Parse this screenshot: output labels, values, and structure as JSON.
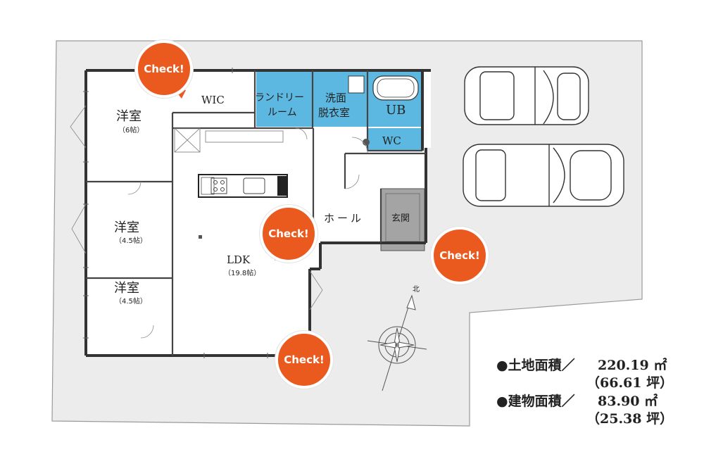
{
  "rooms": {
    "bedroom1": {
      "name": "洋室",
      "size": "（6帖）"
    },
    "bedroom2": {
      "name": "洋室",
      "size": "（4.5帖）"
    },
    "bedroom3": {
      "name": "洋室",
      "size": "（4.5帖）"
    },
    "wic": "WIC",
    "laundry": [
      "ランドリー",
      "ルーム"
    ],
    "washroom": [
      "洗面",
      "脱衣室"
    ],
    "bath": "UB",
    "toilet": "WC",
    "hall": "ホール",
    "entrance": "玄関",
    "ldk": {
      "name": "LDK",
      "size": "（19.8帖）"
    }
  },
  "compass_north": "北",
  "check_label": "Check!",
  "area": {
    "land": {
      "label": "●土地面積／",
      "value": "220.19 ㎡",
      "tsubo": "（66.61 坪）"
    },
    "building": {
      "label": "●建物面積／",
      "value": "83.90 ㎡",
      "tsubo": "（25.38 坪）"
    }
  },
  "colors": {
    "water_area": "#5cb8e0",
    "lot": "#ececec",
    "check_badge": "#ea5a1e",
    "entrance": "#a4a4a4"
  }
}
